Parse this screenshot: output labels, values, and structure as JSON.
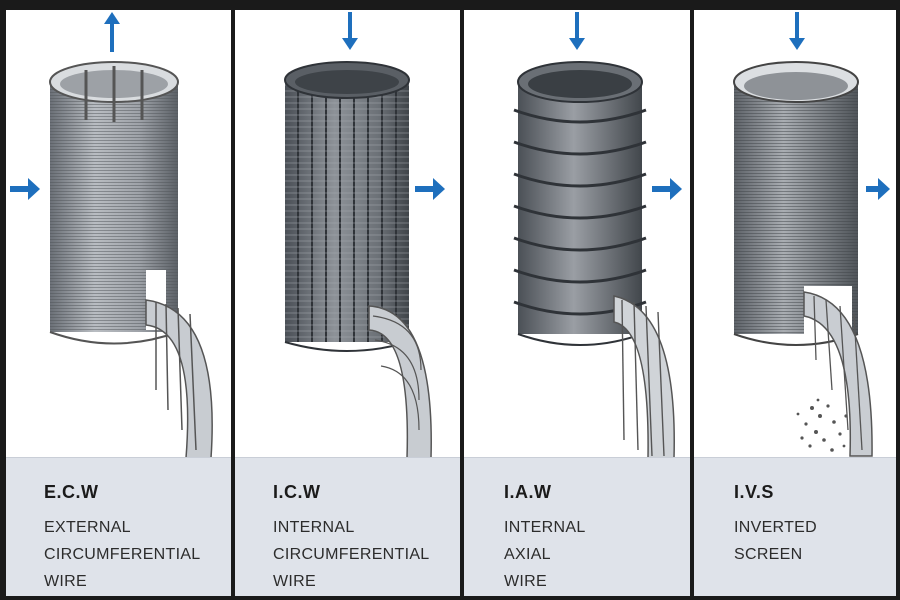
{
  "colors": {
    "arrow": "#1e6fbd",
    "caption_bg": "#dfe3ea",
    "steel": "#8a8f96"
  },
  "panels": [
    {
      "id": "ecw",
      "code": "E.C.W",
      "lines": [
        "EXTERNAL",
        "CIRCUMFERENTIAL",
        "WIRE"
      ]
    },
    {
      "id": "icw",
      "code": "I.C.W",
      "lines": [
        "INTERNAL",
        "CIRCUMFERENTIAL",
        "WIRE"
      ]
    },
    {
      "id": "iaw",
      "code": "I.A.W",
      "lines": [
        "INTERNAL",
        "AXIAL",
        "WIRE"
      ]
    },
    {
      "id": "ivs",
      "code": "I.V.S",
      "lines": [
        "INVERTED",
        "SCREEN"
      ]
    }
  ]
}
